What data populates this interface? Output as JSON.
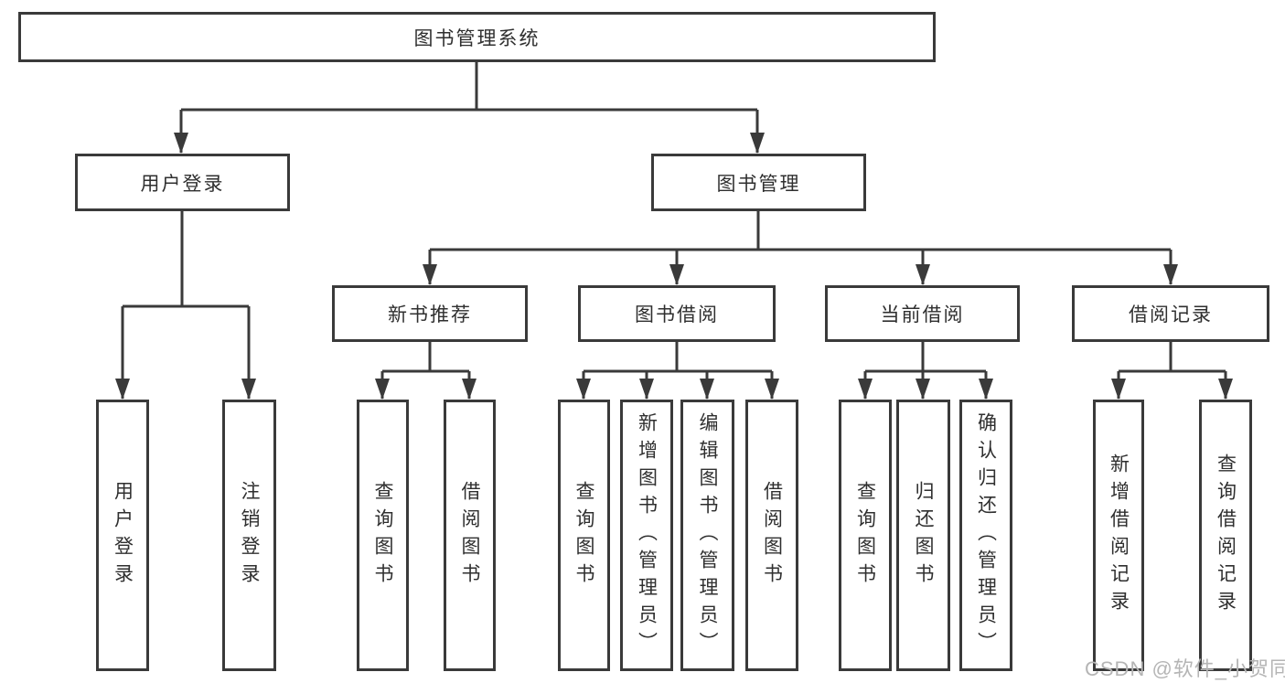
{
  "diagram": {
    "title": "图书管理系统",
    "user_login": {
      "label": "用户登录",
      "children": [
        {
          "label": "用户登录"
        },
        {
          "label": "注销登录"
        }
      ]
    },
    "book_mgmt": {
      "label": "图书管理",
      "sections": [
        {
          "label": "新书推荐",
          "children": [
            {
              "label": "查询图书"
            },
            {
              "label": "借阅图书"
            }
          ]
        },
        {
          "label": "图书借阅",
          "children": [
            {
              "label": "查询图书"
            },
            {
              "label": "新增图书（管理员）"
            },
            {
              "label": "编辑图书（管理员）"
            },
            {
              "label": "借阅图书"
            }
          ]
        },
        {
          "label": "当前借阅",
          "children": [
            {
              "label": "查询图书"
            },
            {
              "label": "归还图书"
            },
            {
              "label": "确认归还（管理员）"
            }
          ]
        },
        {
          "label": "借阅记录",
          "children": [
            {
              "label": "新增借阅记录"
            },
            {
              "label": "查询借阅记录"
            }
          ]
        }
      ]
    }
  },
  "watermark": {
    "text": "CSDN @软件_小贺同学"
  },
  "colors": {
    "line": "#3a3a3a",
    "text": "#2f2f2f",
    "watermark": "#b5b5b5",
    "background": "#ffffff"
  }
}
